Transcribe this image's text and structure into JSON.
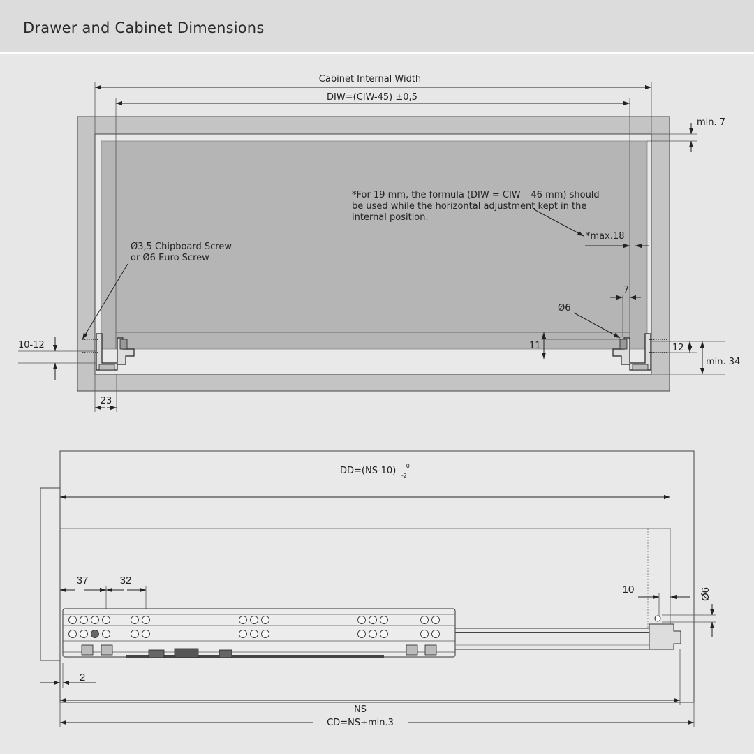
{
  "header": {
    "title": "Drawer and Cabinet Dimensions"
  },
  "top_view": {
    "cabinet_internal_width": "Cabinet Internal Width",
    "diw_formula": "DIW=(CIW-45) ±0,5",
    "min_7": "min. 7",
    "note_line1": "*For 19 mm, the formula (DIW = CIW – 46 mm) should",
    "note_line2": "be used while the horizontal adjustment kept in the",
    "note_line3": "internal position.",
    "max_18": "*max.18",
    "screw_line1": "Ø3,5 Chipboard Screw",
    "screw_line2": "or Ø6 Euro Screw",
    "dim_7": "7",
    "dim_d6": "Ø6",
    "dim_10_12": "10-12",
    "dim_11": "11",
    "dim_12": "12",
    "dim_min_34": "min. 34",
    "dim_23": "23"
  },
  "side_view": {
    "dd_formula": "DD=(NS-10)",
    "dd_sup": "+0",
    "dd_sub": "-2",
    "dim_37": "37",
    "dim_32": "32",
    "dim_10": "10",
    "dim_d6": "Ø6",
    "dim_2": "2",
    "ns": "NS",
    "cd_formula": "CD=NS+min.3"
  },
  "colors": {
    "background": "#e7e7e8",
    "header_bg": "#dcdcdd",
    "cabinet_panel": "#c4c4c5",
    "drawer_fill": "#b5b5b6",
    "line": "#222222"
  }
}
